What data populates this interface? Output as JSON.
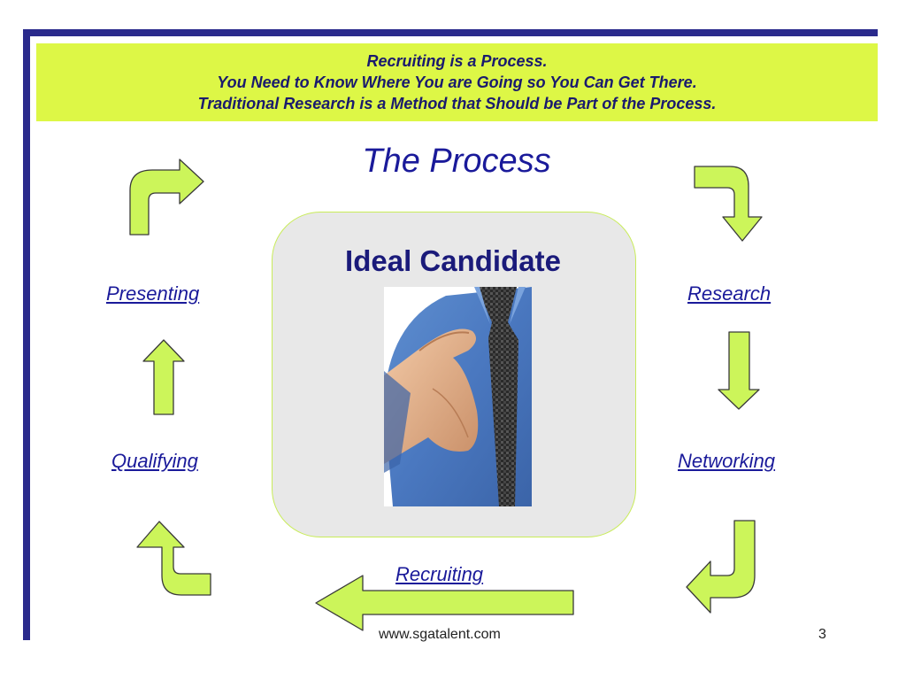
{
  "header": {
    "line1": "Recruiting is a Process.",
    "line2": "You Need to Know Where You are Going so You Can Get There.",
    "line3": "Traditional Research is a Method that Should be Part of the Process."
  },
  "title": "The Process",
  "center": {
    "title": "Ideal Candidate"
  },
  "steps": {
    "research": "Research",
    "networking": "Networking",
    "recruiting": "Recruiting",
    "qualifying": "Qualifying",
    "presenting": "Presenting"
  },
  "footer": {
    "url": "www.sgatalent.com",
    "page": "3"
  },
  "colors": {
    "accent": "#ddf746",
    "frame": "#2a2a8c",
    "text": "#1a1a9a",
    "arrow_fill": "#ccf55a"
  }
}
